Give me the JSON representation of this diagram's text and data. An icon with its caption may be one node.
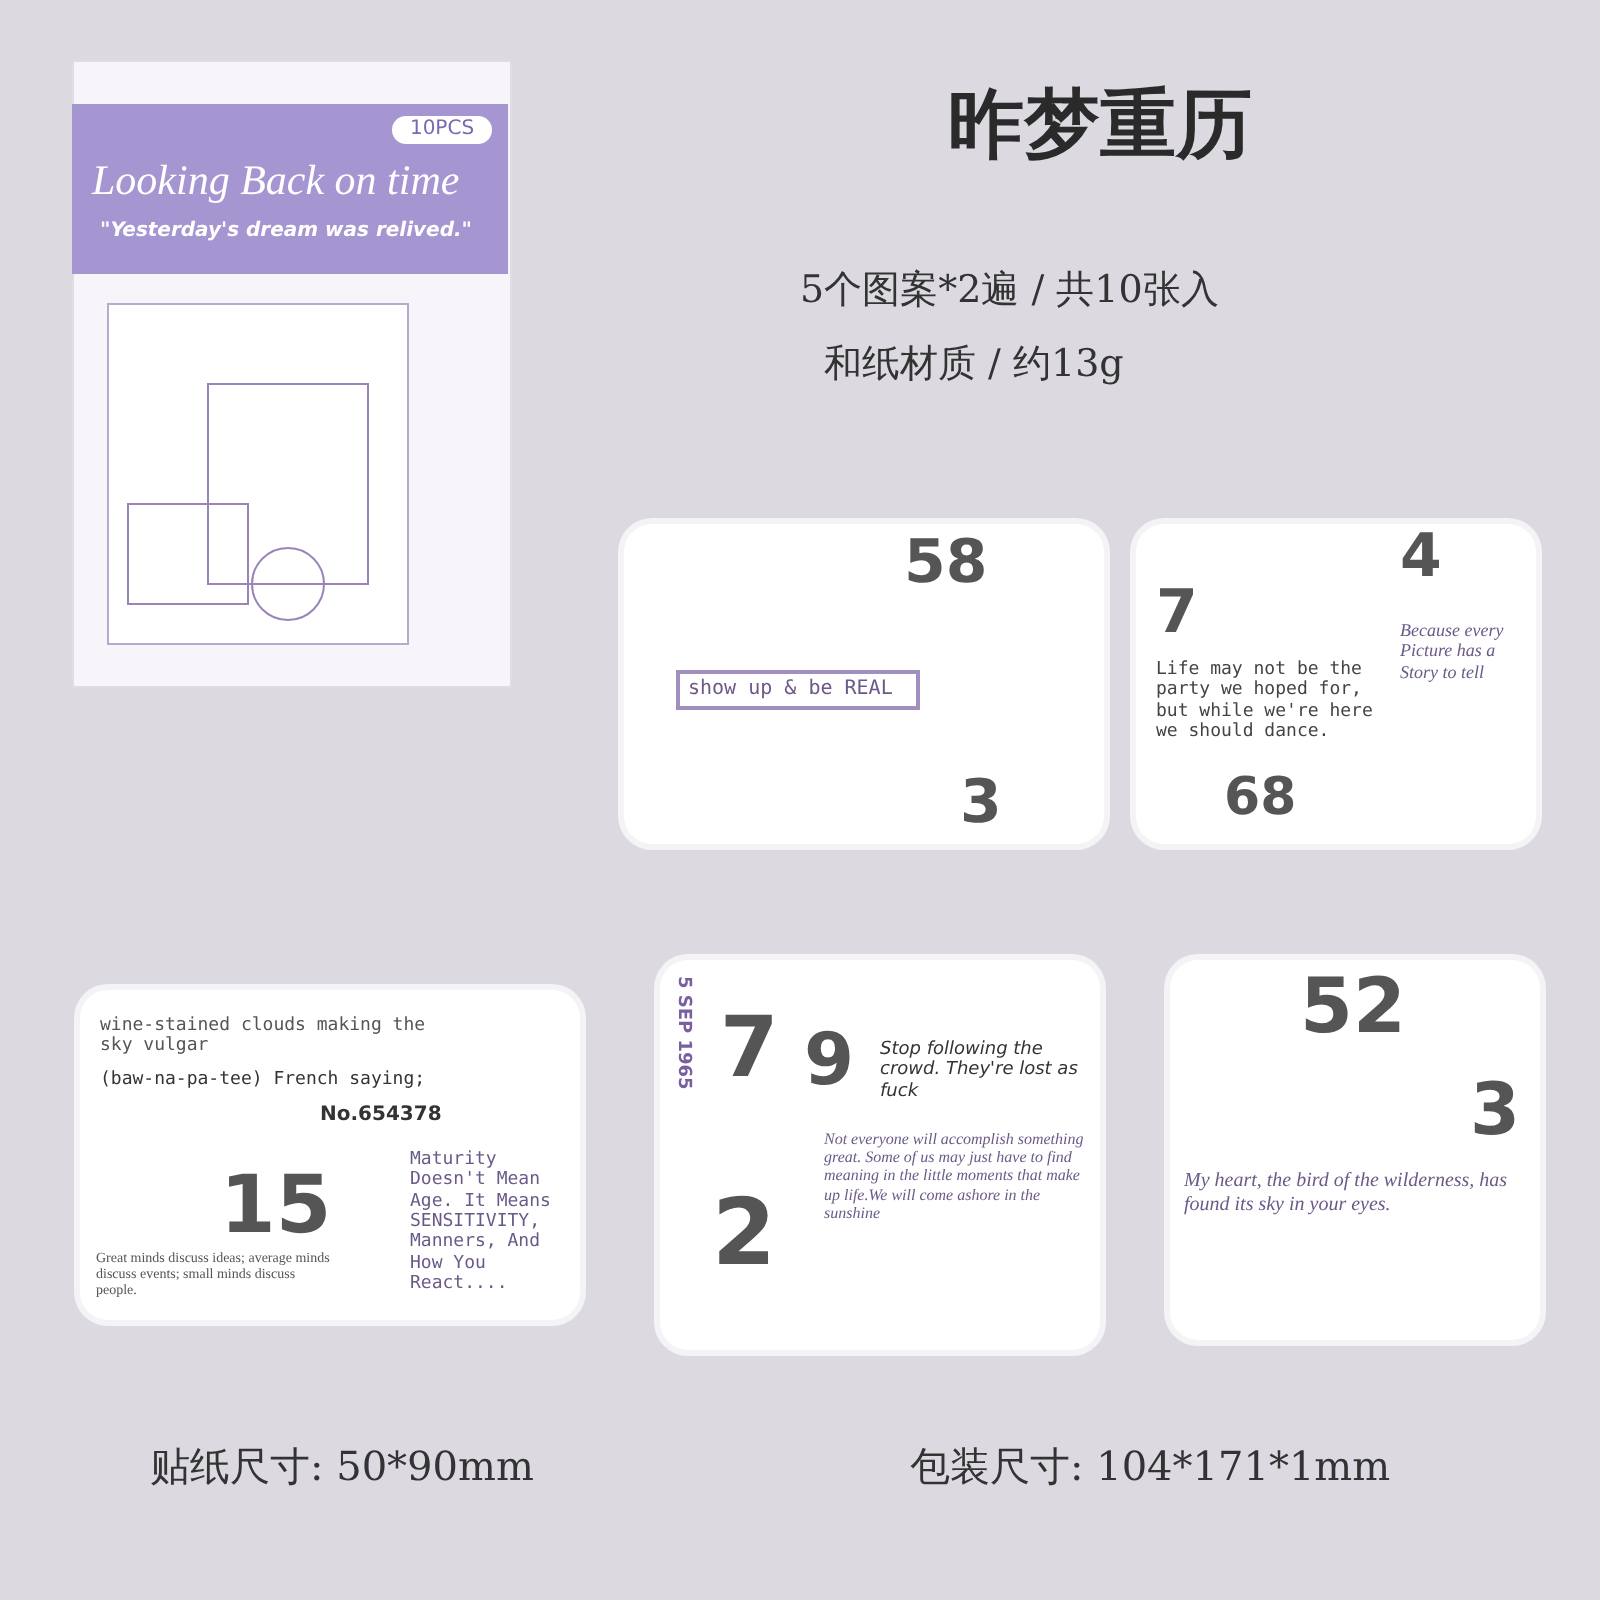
{
  "diagram": {
    "title": "昨梦重历",
    "labels": [
      "5个图案*2遍 / 共10张入",
      "和纸材质 / 约13g",
      "10PCS",
      "Looking Back on time",
      "\"Yesterday's dream was relived.\"",
      "58",
      "show up & be REAL",
      "3",
      "7",
      "4",
      "Life may not be the party we hoped for, but while we're here we should dance.",
      "68",
      "Because every Picture has a Story to tell",
      "wine-stained clouds making the sky vulgar",
      "(baw-na-pa-tee) French saying;",
      "No.654378",
      "15",
      "Great minds discuss ideas; average minds discuss events; small minds discuss people.",
      "Maturity Doesn't Mean Age. It Means SENSITIVITY, Manners, And How You React....",
      "5 SEP 1965",
      "7",
      "9",
      "2",
      "Stop following the crowd. They're lost as fuck",
      "Not everyone will accomplish something great. Some of us may just have to find meaning in the little moments that make up life.We will come ashore in the sunshine",
      "52",
      "3",
      "My heart, the bird of the wilderness, has found its sky in your eyes.",
      "贴纸尺寸: 50*90mm",
      "包装尺寸: 104*171*1mm"
    ]
  }
}
